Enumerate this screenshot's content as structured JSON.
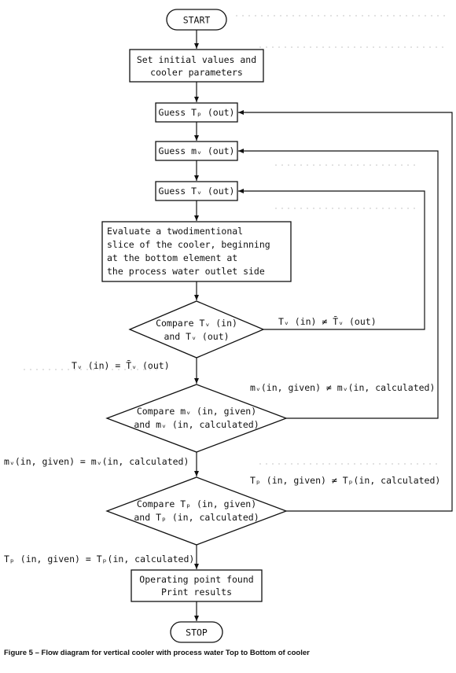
{
  "start": "START",
  "set_initial": [
    "Set initial values and",
    "cooler parameters"
  ],
  "guess_tp": "Guess Tₚ (out)",
  "guess_mv": "Guess mᵥ (out)",
  "guess_tv": "Guess Tᵥ (out)",
  "evaluate": [
    "Evaluate a twodimentional",
    "slice of the cooler, beginning",
    "at the bottom element at",
    "the process water outlet side"
  ],
  "compare_tv": [
    "Compare Tᵥ (in)",
    "and Tᵥ (out)"
  ],
  "tv_not_equal": "Tᵥ (in) ≠ T̄ᵥ (out)",
  "tv_equal": "Tᵥ (in) = T̄ᵥ (out)",
  "compare_mv": [
    "Compare mᵥ (in, given)",
    "and mᵥ (in, calculated)"
  ],
  "mv_not_equal": "mᵥ(in, given) ≠ mᵥ(in, calculated)",
  "mv_equal": "mᵥ(in, given) = mᵥ(in, calculated)",
  "compare_tp": [
    "Compare Tₚ (in, given)",
    "and Tₚ (in, calculated)"
  ],
  "tp_not_equal": "Tₚ (in, given) ≠ Tₚ(in, calculated)",
  "tp_equal": "Tₚ (in, given) = Tₚ(in, calculated)",
  "operating": [
    "Operating point found",
    "Print results"
  ],
  "stop": "STOP",
  "caption": "Figure 5 – Flow diagram for vertical cooler with process water Top to Bottom of cooler"
}
